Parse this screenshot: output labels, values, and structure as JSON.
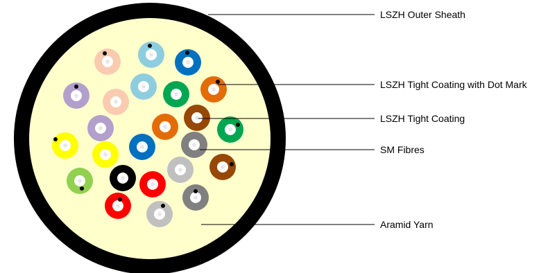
{
  "diagram": {
    "labels": {
      "outer_sheath": "LSZH Outer Sheath",
      "tight_coating_dot": "LSZH Tight Coating with Dot Mark",
      "tight_coating": "LSZH Tight Coating",
      "sm_fibres": "SM Fibres",
      "aramid_yarn": "Aramid Yarn"
    },
    "colors": {
      "sheath": "#000000",
      "aramid_fill": "#ffffcc",
      "fibre_core": "#ffffff",
      "fibre_core_inner": "#e8e8e8",
      "dot_mark": "#000000",
      "leader_line": "#000000",
      "peach": "#f9cbb0",
      "light_blue": "#8ecde0",
      "blue": "#0070c0",
      "violet": "#b39fcc",
      "green": "#00a651",
      "orange": "#e36c09",
      "brown": "#974706",
      "yellow": "#ffff00",
      "slate": "#808080",
      "silver": "#c0c0c0",
      "lime": "#92d050",
      "black": "#000000",
      "red": "#ff0000"
    },
    "fibres": [
      {
        "color": "peach",
        "dot": true
      },
      {
        "color": "light_blue",
        "dot": true
      },
      {
        "color": "blue",
        "dot": true
      },
      {
        "color": "violet",
        "dot": true
      },
      {
        "color": "light_blue",
        "dot": false
      },
      {
        "color": "peach",
        "dot": false
      },
      {
        "color": "green",
        "dot": false
      },
      {
        "color": "orange",
        "dot": true
      },
      {
        "color": "brown",
        "dot": false
      },
      {
        "color": "green",
        "dot": true
      },
      {
        "color": "violet",
        "dot": false
      },
      {
        "color": "orange",
        "dot": false
      },
      {
        "color": "yellow",
        "dot": true
      },
      {
        "color": "yellow",
        "dot": false
      },
      {
        "color": "blue",
        "dot": false
      },
      {
        "color": "slate",
        "dot": false
      },
      {
        "color": "brown",
        "dot": true
      },
      {
        "color": "silver",
        "dot": false
      },
      {
        "color": "lime",
        "dot": true
      },
      {
        "color": "black",
        "dot": false
      },
      {
        "color": "red",
        "dot": false
      },
      {
        "color": "slate",
        "dot": true
      },
      {
        "color": "red",
        "dot": true
      },
      {
        "color": "silver",
        "dot": true
      }
    ]
  }
}
